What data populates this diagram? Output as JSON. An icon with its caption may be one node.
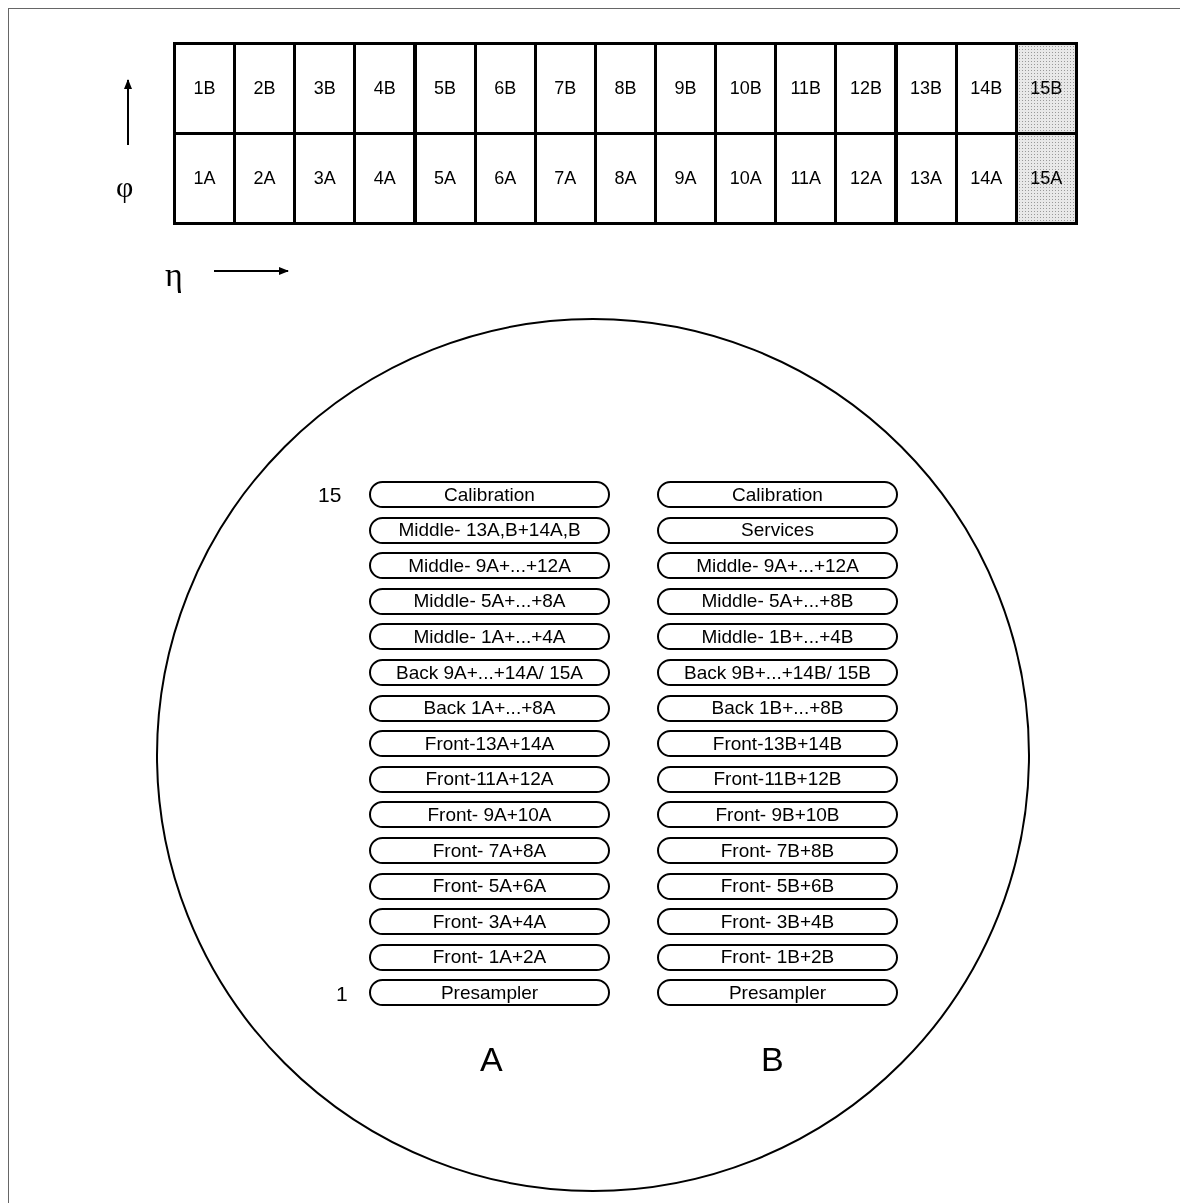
{
  "diagram": {
    "nodes": [
      {
        "text": [
          "1B"
        ]
      },
      {
        "text": [
          "2B"
        ]
      },
      {
        "text": [
          "3B"
        ]
      },
      {
        "text": [
          "4B"
        ]
      },
      {
        "text": [
          "5B"
        ]
      },
      {
        "text": [
          "6B"
        ]
      },
      {
        "text": [
          "7B"
        ]
      },
      {
        "text": [
          "8B"
        ]
      },
      {
        "text": [
          "9B"
        ]
      },
      {
        "text": [
          "10B"
        ]
      },
      {
        "text": [
          "11B"
        ]
      },
      {
        "text": [
          "12B"
        ]
      },
      {
        "text": [
          "13B"
        ]
      },
      {
        "text": [
          "14B"
        ]
      },
      {
        "text": [
          "15B"
        ]
      },
      {
        "text": [
          "1A"
        ]
      },
      {
        "text": [
          "2A"
        ]
      },
      {
        "text": [
          "3A"
        ]
      },
      {
        "text": [
          "4A"
        ]
      },
      {
        "text": [
          "5A"
        ]
      },
      {
        "text": [
          "6A"
        ]
      },
      {
        "text": [
          "7A"
        ]
      },
      {
        "text": [
          "8A"
        ]
      },
      {
        "text": [
          "9A"
        ]
      },
      {
        "text": [
          "10A"
        ]
      },
      {
        "text": [
          "11A"
        ]
      },
      {
        "text": [
          "12A"
        ]
      },
      {
        "text": [
          "13A"
        ]
      },
      {
        "text": [
          "14A"
        ]
      },
      {
        "text": [
          "15A"
        ]
      },
      {
        "text": [],
        "shape": "circle"
      },
      {
        "text": [
          "Calibration"
        ],
        "in": 30
      },
      {
        "text": [
          "Middle- 13A,B+14A,B"
        ],
        "in": 30
      },
      {
        "text": [
          "Middle- 9A+...+12A"
        ],
        "in": 30
      },
      {
        "text": [
          "Middle- 5A+...+8A"
        ],
        "in": 30
      },
      {
        "text": [
          "Middle- 1A+...+4A"
        ],
        "in": 30
      },
      {
        "text": [
          "Back 9A+...+14A/ 15A"
        ],
        "in": 30
      },
      {
        "text": [
          "Back 1A+...+8A"
        ],
        "in": 30
      },
      {
        "text": [
          "Front-13A+14A"
        ],
        "in": 30
      },
      {
        "text": [
          "Front-11A+12A"
        ],
        "in": 30
      },
      {
        "text": [
          "Front- 9A+10A"
        ],
        "in": 30
      },
      {
        "text": [
          "Front- 7A+8A"
        ],
        "in": 30
      },
      {
        "text": [
          "Front- 5A+6A"
        ],
        "in": 30
      },
      {
        "text": [
          "Front- 3A+4A"
        ],
        "in": 30
      },
      {
        "text": [
          "Front- 1A+2A"
        ],
        "in": 30
      },
      {
        "text": [
          "Presampler"
        ],
        "in": 30
      },
      {
        "text": [
          "Calibration"
        ],
        "in": 30
      },
      {
        "text": [
          "Services"
        ],
        "in": 30
      },
      {
        "text": [
          "Middle- 9A+...+12A"
        ],
        "in": 30
      },
      {
        "text": [
          "Middle- 5A+...+8B"
        ],
        "in": 30
      },
      {
        "text": [
          "Middle- 1B+...+4B"
        ],
        "in": 30
      },
      {
        "text": [
          "Back 9B+...+14B/ 15B"
        ],
        "in": 30
      },
      {
        "text": [
          "Back 1B+...+8B"
        ],
        "in": 30
      },
      {
        "text": [
          "Front-13B+14B"
        ],
        "in": 30
      },
      {
        "text": [
          "Front-11B+12B"
        ],
        "in": 30
      },
      {
        "text": [
          "Front- 9B+10B"
        ],
        "in": 30
      },
      {
        "text": [
          "Front- 7B+8B"
        ],
        "in": 30
      },
      {
        "text": [
          "Front- 5B+6B"
        ],
        "in": 30
      },
      {
        "text": [
          "Front- 3B+4B"
        ],
        "in": 30
      },
      {
        "text": [
          "Front- 1B+2B"
        ],
        "in": 30
      },
      {
        "text": [
          "Presampler"
        ],
        "in": 30
      }
    ],
    "labels": [
      "φ",
      "η",
      "15",
      "1",
      "A",
      "B"
    ]
  }
}
